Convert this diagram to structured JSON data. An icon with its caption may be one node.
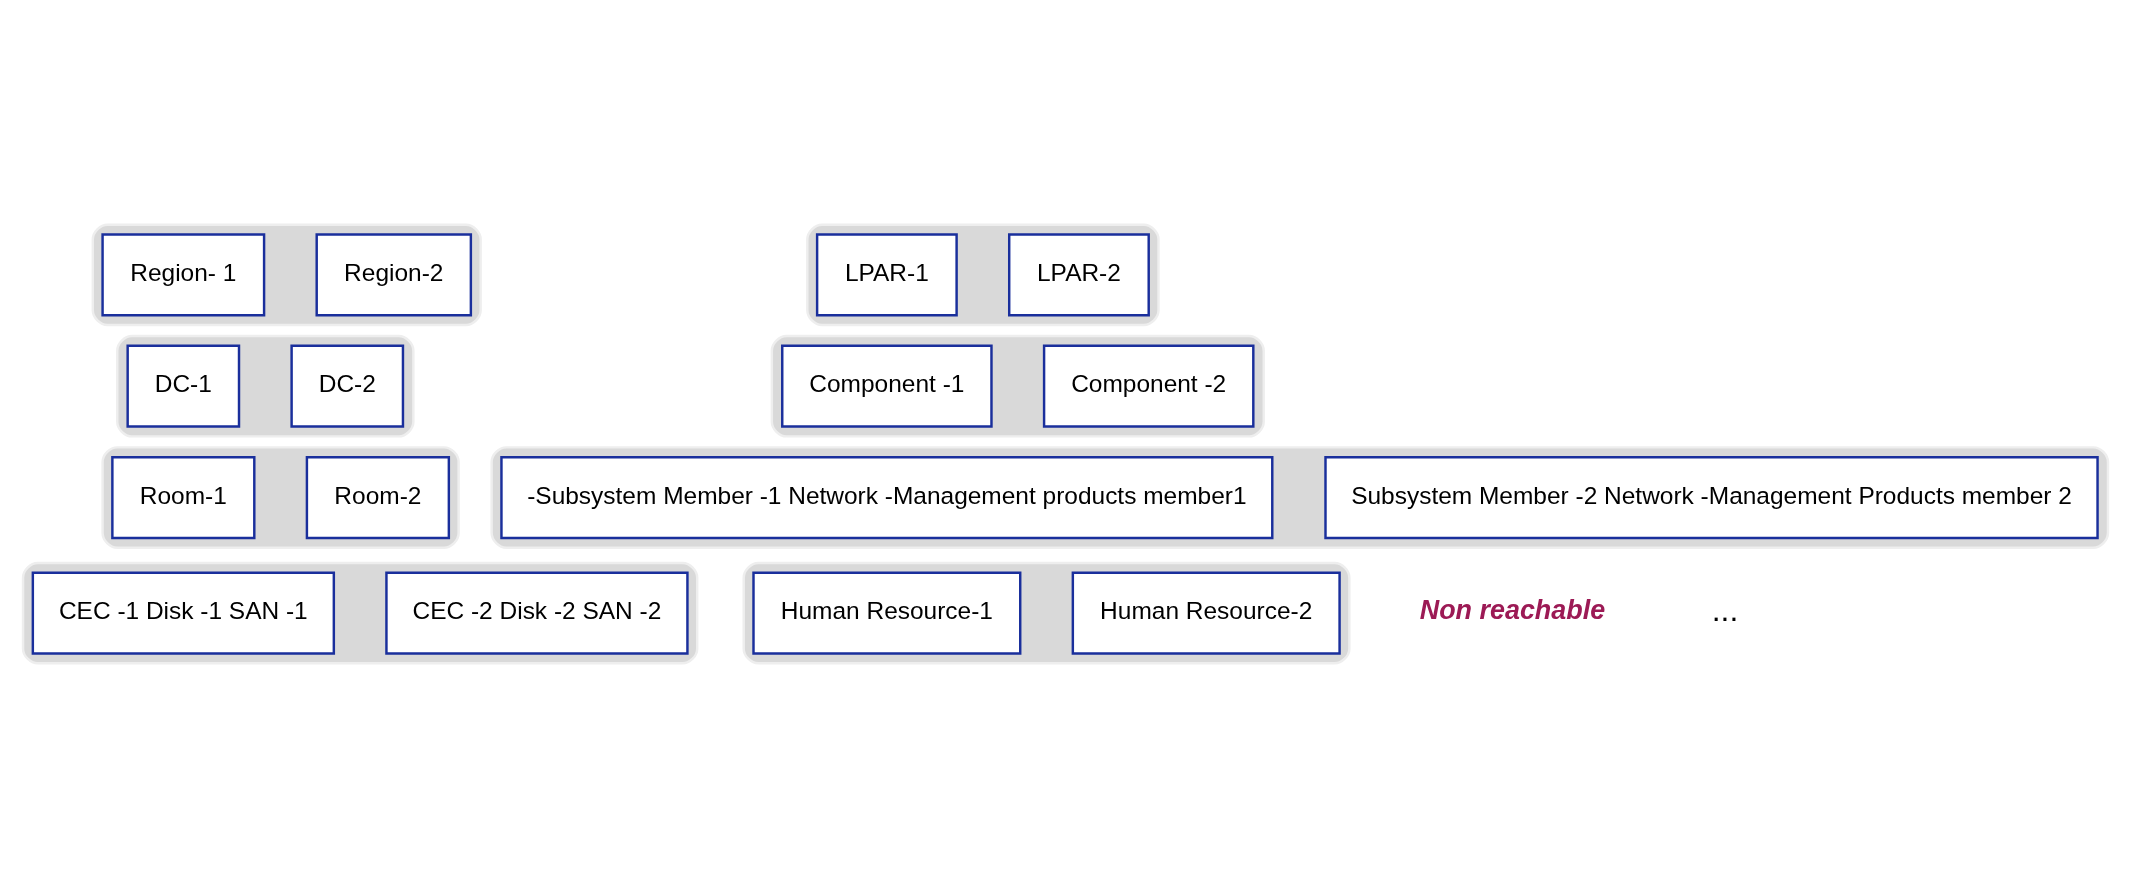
{
  "diagram": {
    "nodes": [
      {
        "text": [],
        "shape": "box"
      },
      {
        "text": [
          "Region- 1"
        ],
        "in": 0
      },
      {
        "text": [
          "Region-2"
        ],
        "in": 0
      },
      {
        "text": [],
        "shape": "box"
      },
      {
        "text": [
          "DC-1"
        ],
        "in": 3
      },
      {
        "text": [
          "DC-2"
        ],
        "in": 3
      },
      {
        "text": [],
        "shape": "box"
      },
      {
        "text": [
          "Room-1"
        ],
        "in": 6
      },
      {
        "text": [
          "Room-2"
        ],
        "in": 6
      },
      {
        "text": [],
        "shape": "box"
      },
      {
        "text": [
          "CEC -1 Disk -1 SAN -1"
        ],
        "in": 9
      },
      {
        "text": [
          "CEC -2 Disk -2 SAN -2"
        ],
        "in": 9
      },
      {
        "text": [],
        "shape": "box"
      },
      {
        "text": [
          "LPAR-1"
        ],
        "in": 12
      },
      {
        "text": [
          "LPAR-2"
        ],
        "in": 12
      },
      {
        "text": [],
        "shape": "box"
      },
      {
        "text": [
          "Component -1"
        ],
        "in": 15
      },
      {
        "text": [
          "Component -2"
        ],
        "in": 15
      },
      {
        "text": [],
        "shape": "box"
      },
      {
        "text": [
          "-Subsystem Member -1 Network -Management products member1"
        ],
        "in": 18
      },
      {
        "text": [
          "Subsystem Member -2 Network -Management Products member 2"
        ],
        "in": 18
      },
      {
        "text": [],
        "shape": "box"
      },
      {
        "text": [
          "Human Resource-1"
        ],
        "in": 21
      },
      {
        "text": [
          "Human Resource-2"
        ],
        "in": 21
      }
    ],
    "edges": [],
    "labels": [
      "Non reachable",
      "..."
    ]
  }
}
